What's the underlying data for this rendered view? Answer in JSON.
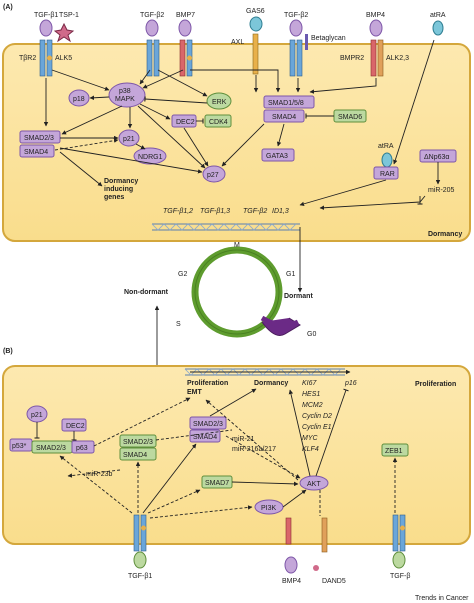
{
  "panels": {
    "a": "(A)",
    "b": "(B)"
  },
  "panel_a": {
    "ligands": {
      "tgfb1": "TGF-β1",
      "tsp1": "TSP-1",
      "tgfb2": "TGF-β2",
      "bmp7": "BMP7",
      "gas6": "GAS6",
      "tgfb2_b": "TGF-β2",
      "bmp4": "BMP4",
      "atra": "atRA"
    },
    "receptors": {
      "tbr2": "TβR2",
      "alk5": "ALK5",
      "axl": "AXL",
      "betaglycan": "Betaglycan",
      "bmpr2": "BMPR2",
      "alk23": "ALK2,3"
    },
    "nodes": {
      "p38": "p38",
      "mapk": "MAPK",
      "erk": "ERK",
      "p18": "p18",
      "dec2": "DEC2",
      "cdk4": "CDK4",
      "smad158": "SMAD1/5/8",
      "smad4a": "SMAD4",
      "smad6": "SMAD6",
      "smad23": "SMAD2/3",
      "smad4b": "SMAD4",
      "p21": "p21",
      "ndrg1": "NDRG1",
      "p27": "p27",
      "gata3": "GATA3",
      "atra": "atRA",
      "rar": "RAR",
      "dnp63": "ΔNp63α",
      "mir205": "miR-205"
    },
    "genes": {
      "dormancy_line1": "Dormancy",
      "dormancy_line2": "inducing",
      "dormancy_line3": "genes",
      "tgfb12": "TGF-β1,2",
      "tgfb13": "TGF-β1,3",
      "tgfb2": "TGF-β2",
      "id13": "ID1,3"
    },
    "state_label": "Dormancy"
  },
  "cycle": {
    "m": "M",
    "g1": "G1",
    "g2": "G2",
    "s": "S",
    "g0": "G0",
    "non_dormant": "Non-dormant",
    "dormant": "Dormant"
  },
  "panel_b": {
    "state_label": "Proliferation",
    "outputs": {
      "prolif_emt_1": "Proliferation",
      "prolif_emt_2": "EMT",
      "dormancy": "Dormancy",
      "p16": "p16"
    },
    "genes": [
      "KI67",
      "HES1",
      "MCM2",
      "Cyclin D2",
      "Cyclin E1",
      "MYC",
      "KLF4"
    ],
    "nodes": {
      "p21": "p21",
      "dec2": "DEC2",
      "p53": "p53*",
      "smad23": "SMAD2/3",
      "p63": "p63",
      "smad23_b": "SMAD2/3",
      "smad4_b": "SMAD4",
      "smad23_c": "SMAD2/3",
      "smad4_c": "SMAD4",
      "mir21": "miR-21",
      "mir216": "miR-216a/217",
      "mir23b": "miR-23b",
      "smad7": "SMAD7",
      "akt": "AKT",
      "pi3k": "PI3K",
      "zeb1": "ZEB1"
    },
    "ligands": {
      "tgfb1": "TGF-β1",
      "bmp4": "BMP4",
      "dand5": "DAND5",
      "tgfb": "TGF-β"
    }
  },
  "footer": "Trends in Cancer",
  "colors": {
    "cell": "#fbe7ac",
    "cell_border": "#d4a73c",
    "purple": "#c4a6d9",
    "purple_dark": "#7e57a8",
    "green": "#bcd9a0",
    "green_dark": "#5f8f3c",
    "cycle_green": "#5e9c2e",
    "arrow_purple": "#6b2a86"
  }
}
